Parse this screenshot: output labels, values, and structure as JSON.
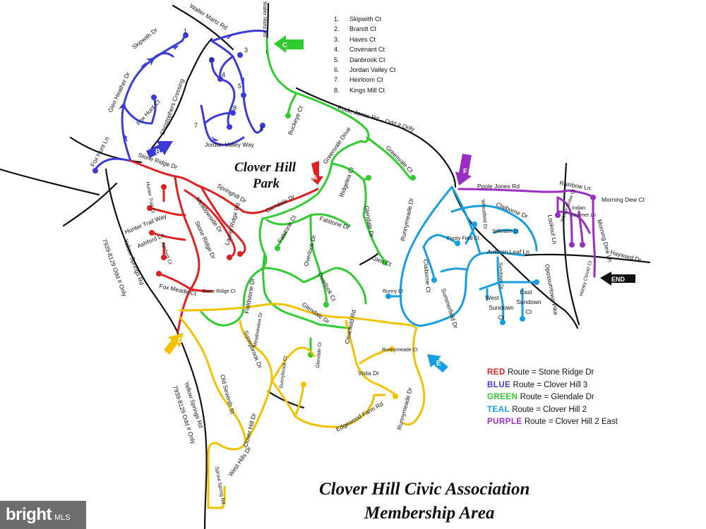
{
  "map": {
    "title_line1": "Clover Hill Civic Association",
    "title_line2": "Membership Area",
    "park_line1": "Clover Hill",
    "park_line2": "Park",
    "colors": {
      "red": "#e02020",
      "blue": "#3b3bd6",
      "green": "#2fcc2f",
      "yellow": "#f2c200",
      "teal": "#169ee0",
      "purple": "#9a2ec4",
      "road": "#111111"
    },
    "court_key": [
      {
        "num": "1.",
        "name": "Skipwith Ct"
      },
      {
        "num": "2.",
        "name": "Brandt Ct"
      },
      {
        "num": "3.",
        "name": "Haves Ct"
      },
      {
        "num": "4.",
        "name": "Covenant Ct"
      },
      {
        "num": "5.",
        "name": "Danbrook Ct"
      },
      {
        "num": "6.",
        "name": "Jordan Valley Ct"
      },
      {
        "num": "7.",
        "name": "Heirloom Ct"
      },
      {
        "num": "8.",
        "name": "Kings Mill Ct"
      }
    ],
    "court_numbers": [
      "1",
      "2",
      "3",
      "4",
      "5",
      "6",
      "7",
      "8"
    ],
    "legend": [
      {
        "color_word": "RED",
        "rest": " Route = Stone Ridge Dr",
        "color_key": "red"
      },
      {
        "color_word": "BLUE",
        "rest": " Route = Clover Hill 3",
        "color_key": "blue"
      },
      {
        "color_word": "GREEN",
        "rest": " Route = Glendale Dr",
        "color_key": "green"
      },
      {
        "color_word": "TEAL",
        "rest": " Route = Clover Hill 2",
        "color_key": "teal"
      },
      {
        "color_word": "PURPLE",
        "rest": " Route = Clover Hill 2 East",
        "color_key": "purple"
      }
    ],
    "markers": {
      "a": "A",
      "b": "B",
      "c": "C",
      "d": "D",
      "e": "E",
      "f": "F",
      "end": "END"
    },
    "streets": {
      "walter_martz_rd": "Walter Martz Rd",
      "walter_martz_rd_2": "Walter Martz Rd",
      "skipwith_dr": "Skipwith Dr",
      "glen_heather_dr": "Glen Heather Dr",
      "fox_hunt_ct": "Fox Hunt Ct",
      "christophers_crossing": "Christophers Crossing",
      "fox_hunt_ln": "Fox Hunt Ln",
      "jordan_valley_way": "Jordan Valley Way",
      "buckeye_ct": "Buckeye Ct",
      "poole_jones_rd_odd": "Poole Jones Rd – Odd # Only",
      "greenvale_drive": "Greenvale Drive",
      "greenvale_ct": "Greenvale Ct",
      "stone_ridge_dr": "Stone Ridge Dr",
      "springhill_dr": "Springhill Dr",
      "glendale_dr": "Glendale Dr",
      "hunter_trail_ct": "Hunter Trail Ct",
      "meadowside_dr": "Meadowside Dr",
      "laurel_ridge_rd": "Laurel Ridge Rd",
      "hunter_trail_way": "Hunter Trail Way",
      "ashford_ln": "Ashford Ln",
      "ashford_ct": "Ashford Ct",
      "stone_ridge_dr_2": "Stone Ridge Dr",
      "fox_meade_ct": "Fox Meade Ct",
      "stone_ridge_ct": "Stone Ridge Ct",
      "ridgelea_ct": "Ridgelea Ct",
      "glendale_dr_2": "Glendale Dr",
      "falstone_dr": "Falstone Dr",
      "falstone_ct": "Falstone Ct",
      "overlook_dr": "Overlook Dr",
      "overlook_ct": "Overlook Ct",
      "glen_ct": "Glen Ct",
      "fieldstone_dr": "Fieldstone Dr",
      "glendale_dr_3": "Glendale Dr",
      "clearfield_rd": "Clearfield Rd",
      "meadowview_dr": "Meadowview Dr",
      "sunnybrook_dr": "Sunnybrook Dr",
      "sunnybrook_ct": "Sunnybrook Ct",
      "glendale_ct": "Glendale Ct",
      "runnymeade_ct": "Runnymeade Ct",
      "vista_dr": "Vista Dr",
      "edgewood_farm_rd": "Edgewood Farm Rd",
      "runnymeade_dr": "Runnymeade Dr",
      "runnymeade_dr_2": "Runnymeade Dr",
      "old_seventh_st": "Old Seventh St",
      "clover_hill_dr": "Clover Hill Dr",
      "west_hills_dr": "West Hills Dr",
      "sprout_spring_rd": "Sprout Spring Rd",
      "yellow_springs_rd_upper": "Yellow Springs Rd",
      "yellow_springs_odd_upper": "7939-8129 Odd # Only",
      "yellow_springs_rd_lower": "Yellow Springs Rd",
      "yellow_springs_odd_lower": "7939-8129 Odd # Only",
      "poole_jones_rd_2": "Poole Jones Rd",
      "wheatfield_dr": "Wheatfield Dr",
      "claiborne_dr": "Claiborne Dr",
      "frosty_field_ct": "Frosty Field Ct",
      "stillwater_ct": "Stillwater Ct",
      "autumn_leaf_ln": "Autumn Leaf Ln",
      "claiborne_ct": "Claiborne Ct",
      "sundown_dr": "Sundown Dr",
      "runny_ct": "Runny Ct",
      "west_sundown_ct_1": "West",
      "west_sundown_ct_2": "Sundown",
      "west_sundown_ct_3": "Ct",
      "east_sundown_ct_1": "East",
      "east_sundown_ct_2": "Sundown",
      "east_sundown_ct_3": "Ct",
      "summerfield_dr": "Summerfield Dr",
      "opossumtown_pike": "Opossumtown Pike",
      "rainbow_ln": "Rainbow Ln",
      "morning_dew_ct": "Morning Dew Ct",
      "lookout_ln": "Lookout Ln",
      "indian_summer_ln_1": "Indian",
      "indian_summer_ln_2": "Summer Ln",
      "winter_snow_ct": "Winter Snow Ct",
      "morning_dew_ln": "Morning Dew Ln",
      "hayward_dr": "Hayward Dr",
      "honey_clover_ct": "Honey Clover Ct"
    }
  },
  "watermark": {
    "brand": "bright",
    "suffix": "MLS"
  }
}
